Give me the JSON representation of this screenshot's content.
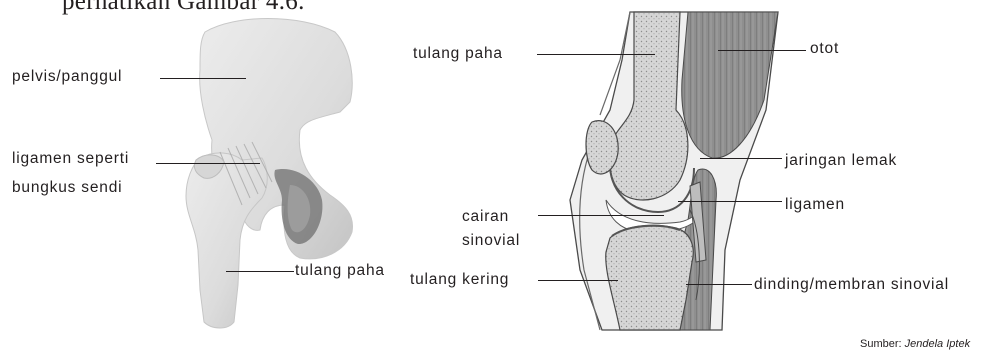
{
  "heading": "perhatikan Gambar 4.6.",
  "source": {
    "prefix": "Sumber:",
    "title": "Jendela Iptek"
  },
  "hip_labels": {
    "pelvis": "pelvis/panggul",
    "ligament_line1": "ligamen seperti",
    "ligament_line2": "bungkus sendi",
    "femur": "tulang paha"
  },
  "knee_labels": {
    "femur": "tulang paha",
    "muscle": "otot",
    "fat": "jaringan lemak",
    "ligament": "ligamen",
    "fluid_line1": "cairan",
    "fluid_line2": "sinovial",
    "membrane": "dinding/membran sinovial",
    "tibia": "tulang kering"
  },
  "colors": {
    "bone": "#e2e2e2",
    "bone_shade": "#b9b9b9",
    "knee_bone": "#d4d4d4",
    "muscle": "#8f8f8f",
    "ink": "#231f20"
  }
}
